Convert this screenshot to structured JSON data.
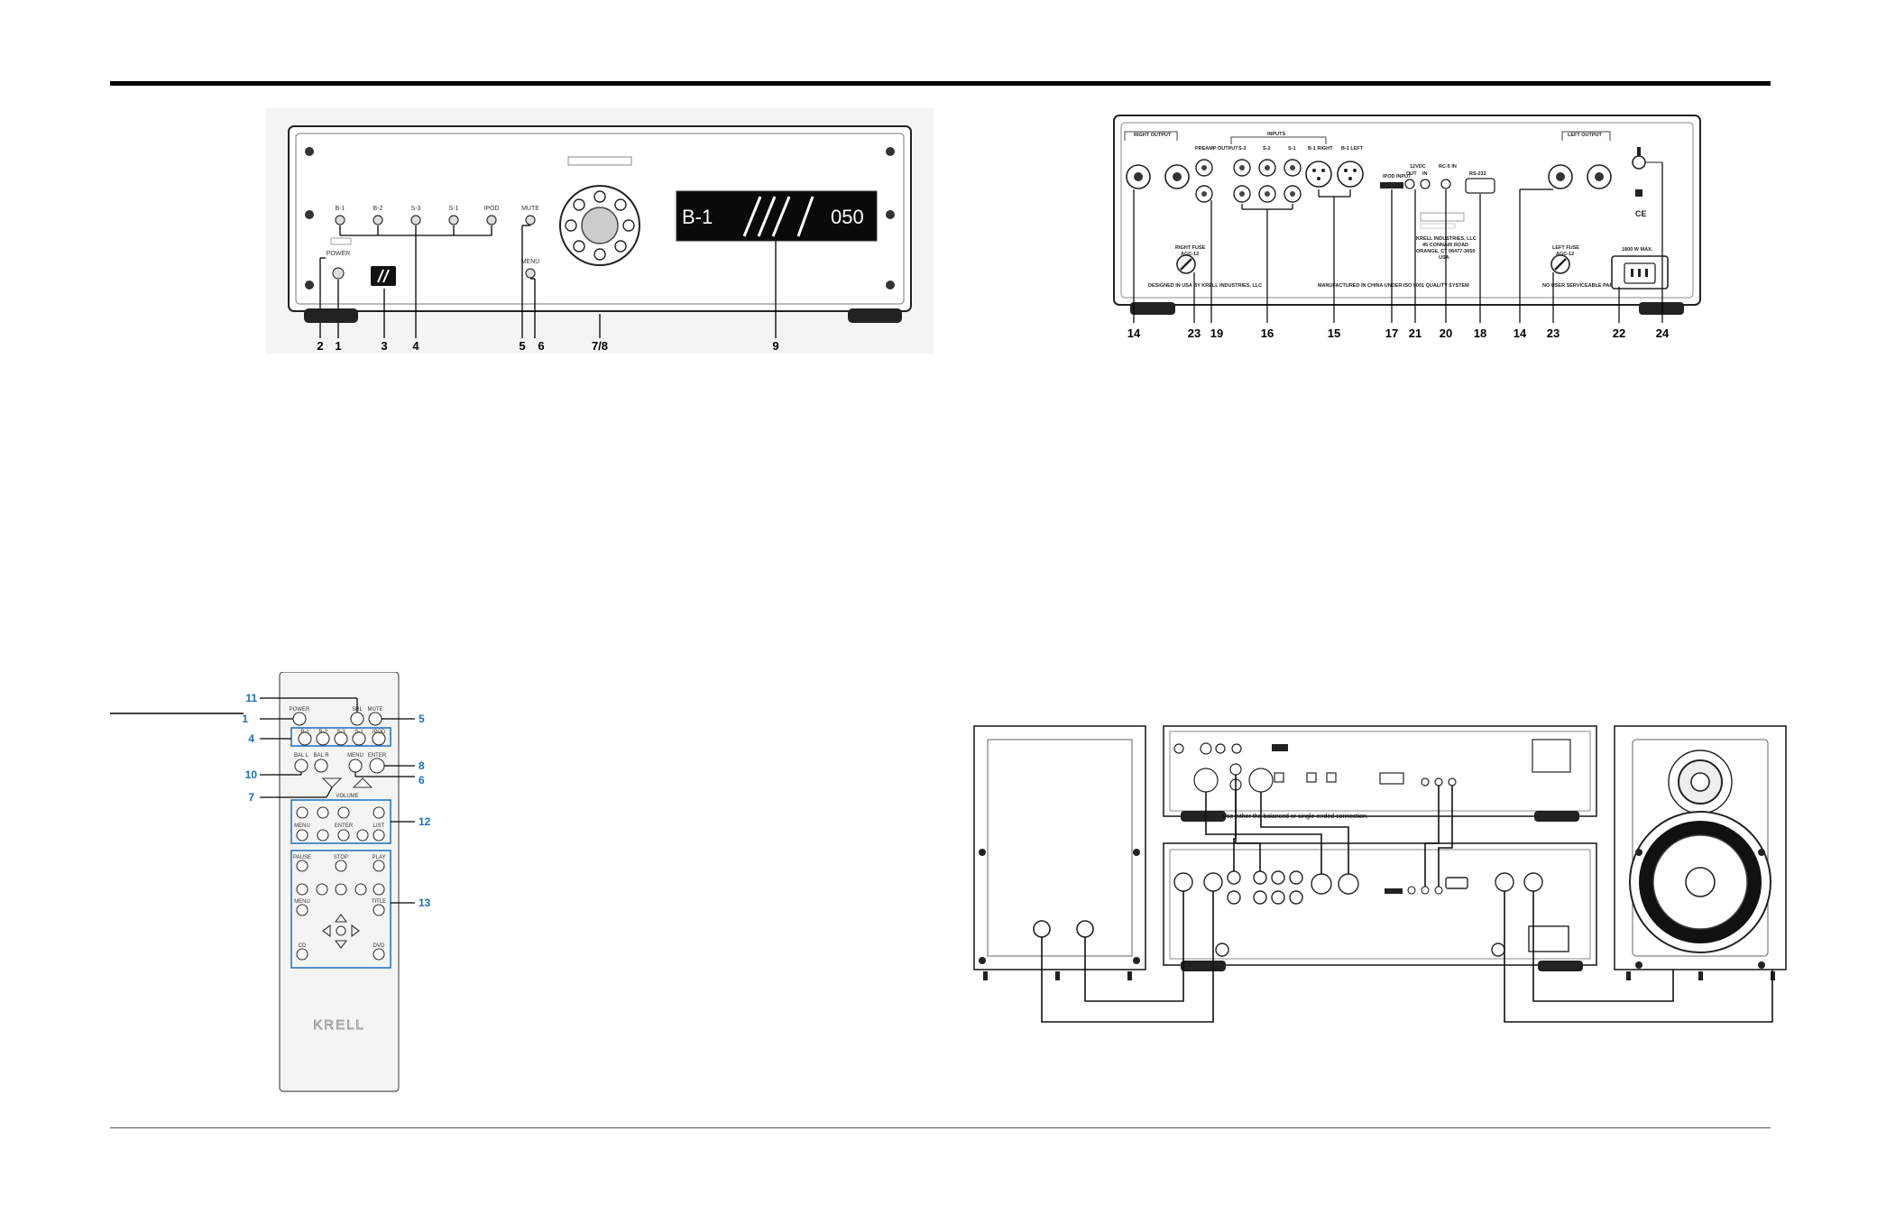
{
  "front_panel": {
    "input_labels": [
      "B-1",
      "B-2",
      "S-3",
      "S-1",
      "IPOD"
    ],
    "mute_label": "MUTE",
    "menu_label": "MENU",
    "power_label": "POWER",
    "display_left": "B-1",
    "display_right": "050",
    "callouts": [
      "2",
      "1",
      "3",
      "4",
      "5",
      "6",
      "7/8",
      "9"
    ]
  },
  "rear_panel": {
    "right_output_label": "RIGHT OUTPUT",
    "left_output_label": "LEFT OUTPUT",
    "preamp_output_label": "PREAMP OUTPUT",
    "inputs_label": "INPUTS",
    "input_cols": [
      "S-3",
      "S-2",
      "S-1"
    ],
    "balanced_labels": [
      "B-1 RIGHT",
      "B-1 LEFT"
    ],
    "ipod_label": "IPOD INPUT",
    "dc_label": "12VDC",
    "dc_sub": [
      "OUT",
      "IN"
    ],
    "rc5_label": "RC-5 IN",
    "rs232_label": "RS-232",
    "right_fuse": [
      "RIGHT FUSE",
      "AGC-12"
    ],
    "left_fuse": [
      "LEFT FUSE",
      "AGC-12"
    ],
    "power_rating": "1800 W MAX.",
    "ce": "CE",
    "address": [
      "KRELL INDUSTRIES, LLC",
      "45 CONNAIR ROAD",
      "ORANGE, CT 06477-3650",
      "USA"
    ],
    "designed": "DESIGNED IN USA BY KRELL INDUSTRIES, LLC",
    "manufactured": "MANUFACTURED IN CHINA UNDER ISO 9001 QUALITY SYSTEM",
    "no_user": "NO USER SERVICEABLE PARTS INSIDE",
    "callouts": [
      "14",
      "23",
      "19",
      "16",
      "15",
      "17",
      "21",
      "20",
      "18",
      "14",
      "23",
      "22",
      "24"
    ]
  },
  "remote": {
    "row1": [
      "POWER",
      "SRL",
      "MUTE"
    ],
    "row2": [
      "B-1",
      "B-2",
      "S-3",
      "S-1",
      "IPOD"
    ],
    "row3": [
      "BAL L",
      "BAL R",
      "MENU",
      "ENTER"
    ],
    "volume": "VOLUME",
    "row4": [
      "MENU",
      "ENTER",
      "LIST"
    ],
    "row5": [
      "PAUSE",
      "STOP",
      "PLAY"
    ],
    "row6": [
      "MENU",
      "TITLE"
    ],
    "row7": [
      "CD",
      "DVD"
    ],
    "brand": "KRELL",
    "callouts_left": [
      "1",
      "4",
      "10",
      "7"
    ],
    "callouts_right": [
      "11",
      "5",
      "8",
      "6",
      "12",
      "13"
    ]
  },
  "hookup": {
    "note": "Use either the balanced or single-ended connection."
  }
}
